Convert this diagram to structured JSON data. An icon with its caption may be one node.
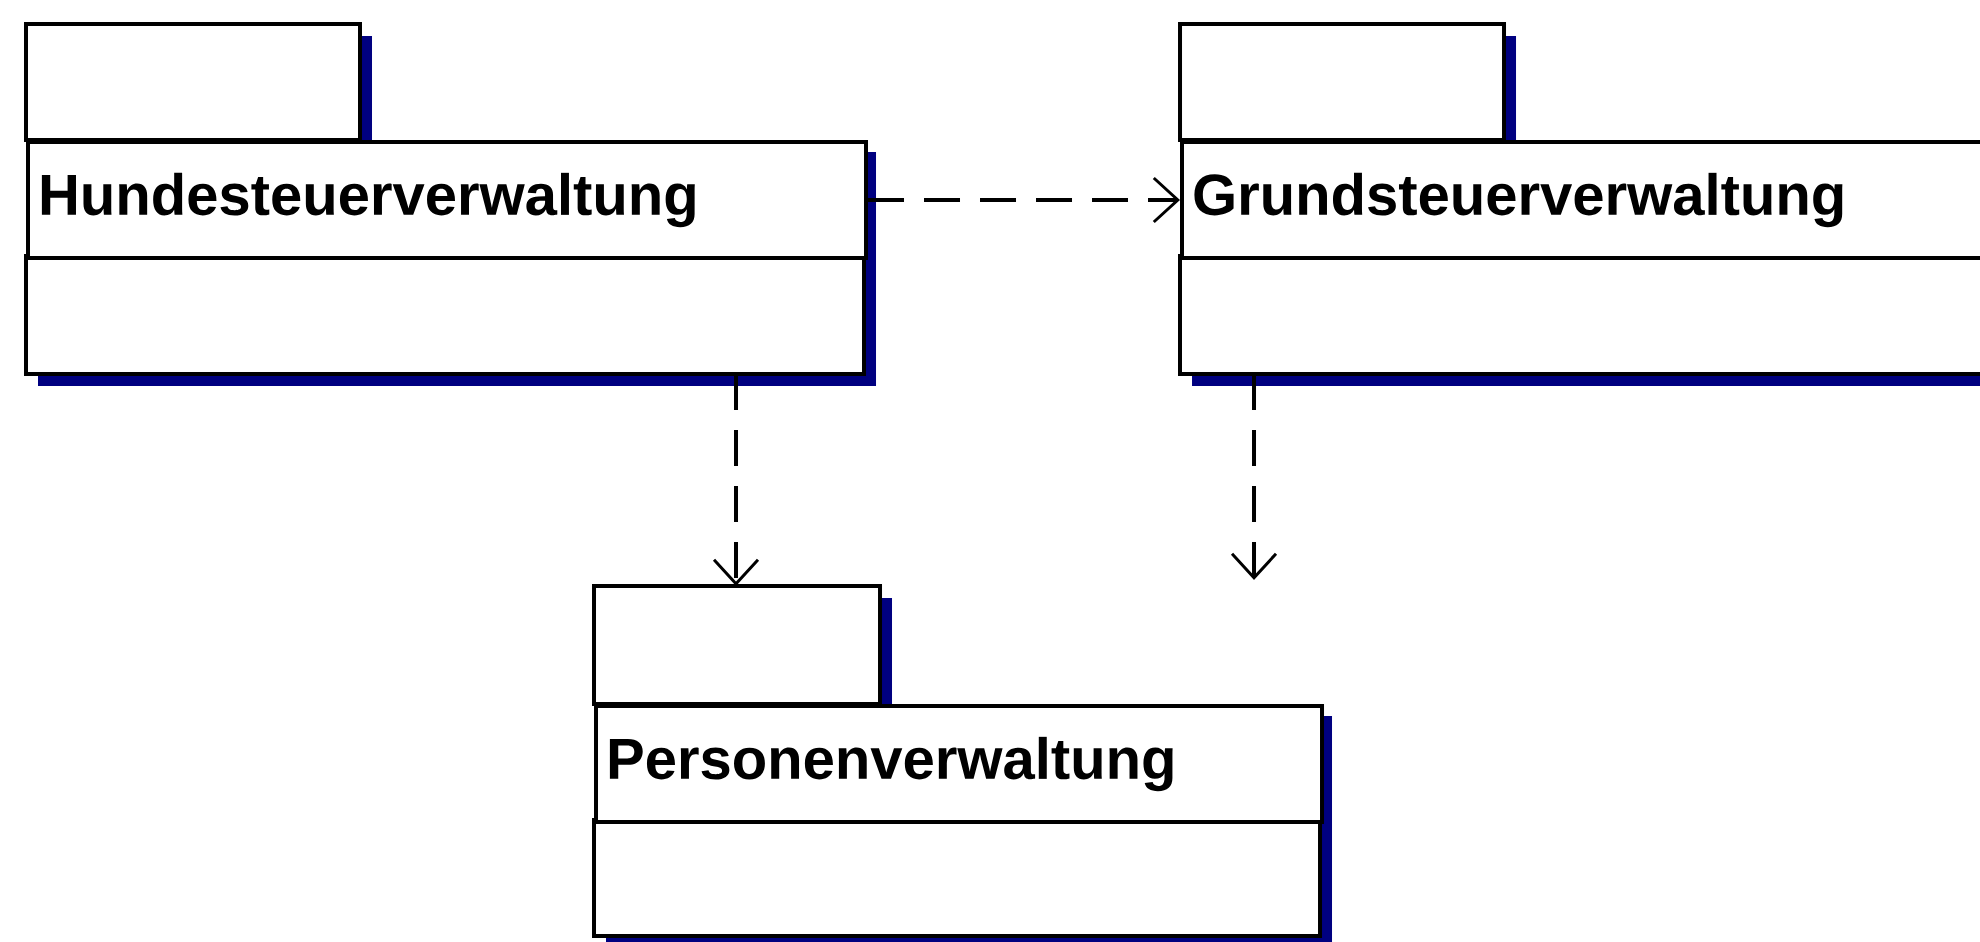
{
  "diagram": {
    "nodes": [
      {
        "text": [
          "Hundesteuerverwaltung"
        ]
      },
      {
        "text": [
          "Grundsteuerverwaltung"
        ]
      },
      {
        "text": [
          "Personenverwaltung"
        ]
      }
    ],
    "edges": [
      {
        "from": 0,
        "to": 1,
        "arrow": "to",
        "style": "dashed"
      },
      {
        "from": 0,
        "to": 2,
        "arrow": "to",
        "style": "dashed"
      },
      {
        "from": 1,
        "to": null,
        "arrow": "to",
        "style": "dashed"
      }
    ]
  }
}
